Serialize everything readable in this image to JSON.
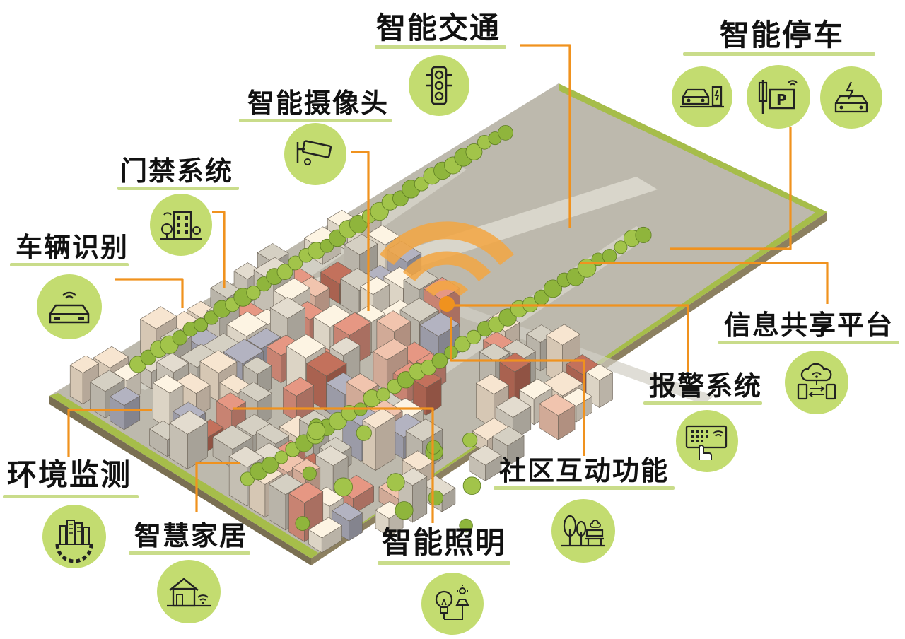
{
  "title": "",
  "colors": {
    "accent_orange": "#f0921e",
    "badge_green": "#c3dc70",
    "underline_green": "#c9dc8a",
    "ground": "#bfbcb1",
    "grass": "#a9c04a"
  },
  "features": [
    {
      "id": "traffic",
      "label": "智能交通",
      "icon": "traffic-light-icon"
    },
    {
      "id": "parking",
      "label": "智能停车",
      "icons": [
        "parked-car-charger-icon",
        "parking-sign-icon",
        "electric-car-icon"
      ]
    },
    {
      "id": "camera",
      "label": "智能摄像头",
      "icon": "security-camera-icon"
    },
    {
      "id": "access",
      "label": "门禁系统",
      "icon": "apartment-building-icon"
    },
    {
      "id": "vehicle",
      "label": "车辆识别",
      "icon": "connected-car-icon"
    },
    {
      "id": "info",
      "label": "信息共享平台",
      "icon": "cloud-share-icon"
    },
    {
      "id": "alarm",
      "label": "报警系统",
      "icon": "keypad-touch-icon"
    },
    {
      "id": "community",
      "label": "社区互动功能",
      "icon": "park-bench-icon"
    },
    {
      "id": "environment",
      "label": "环境监测",
      "icon": "city-gear-icon"
    },
    {
      "id": "home",
      "label": "智慧家居",
      "icon": "smart-house-icon"
    },
    {
      "id": "lighting",
      "label": "智能照明",
      "icon": "light-bulb-icon"
    }
  ]
}
